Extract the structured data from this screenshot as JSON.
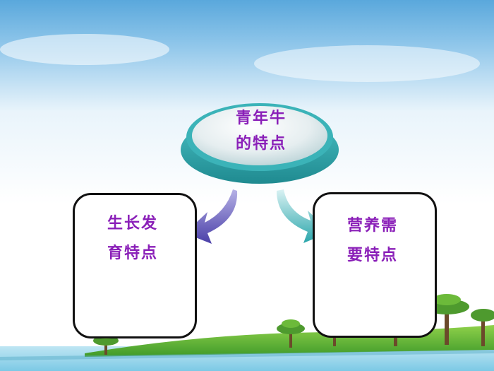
{
  "hub": {
    "line1": "青年牛",
    "line2": "的特点"
  },
  "left_box": {
    "line1": "生长发",
    "line2": "育特点"
  },
  "right_box": {
    "line1": "营养需",
    "line2": "要特点"
  },
  "colors": {
    "text": "#8a1fb8",
    "hub_teal": "#2aa3a8",
    "arrow_left": "#5b4fb0",
    "arrow_right": "#3bb0b5"
  }
}
